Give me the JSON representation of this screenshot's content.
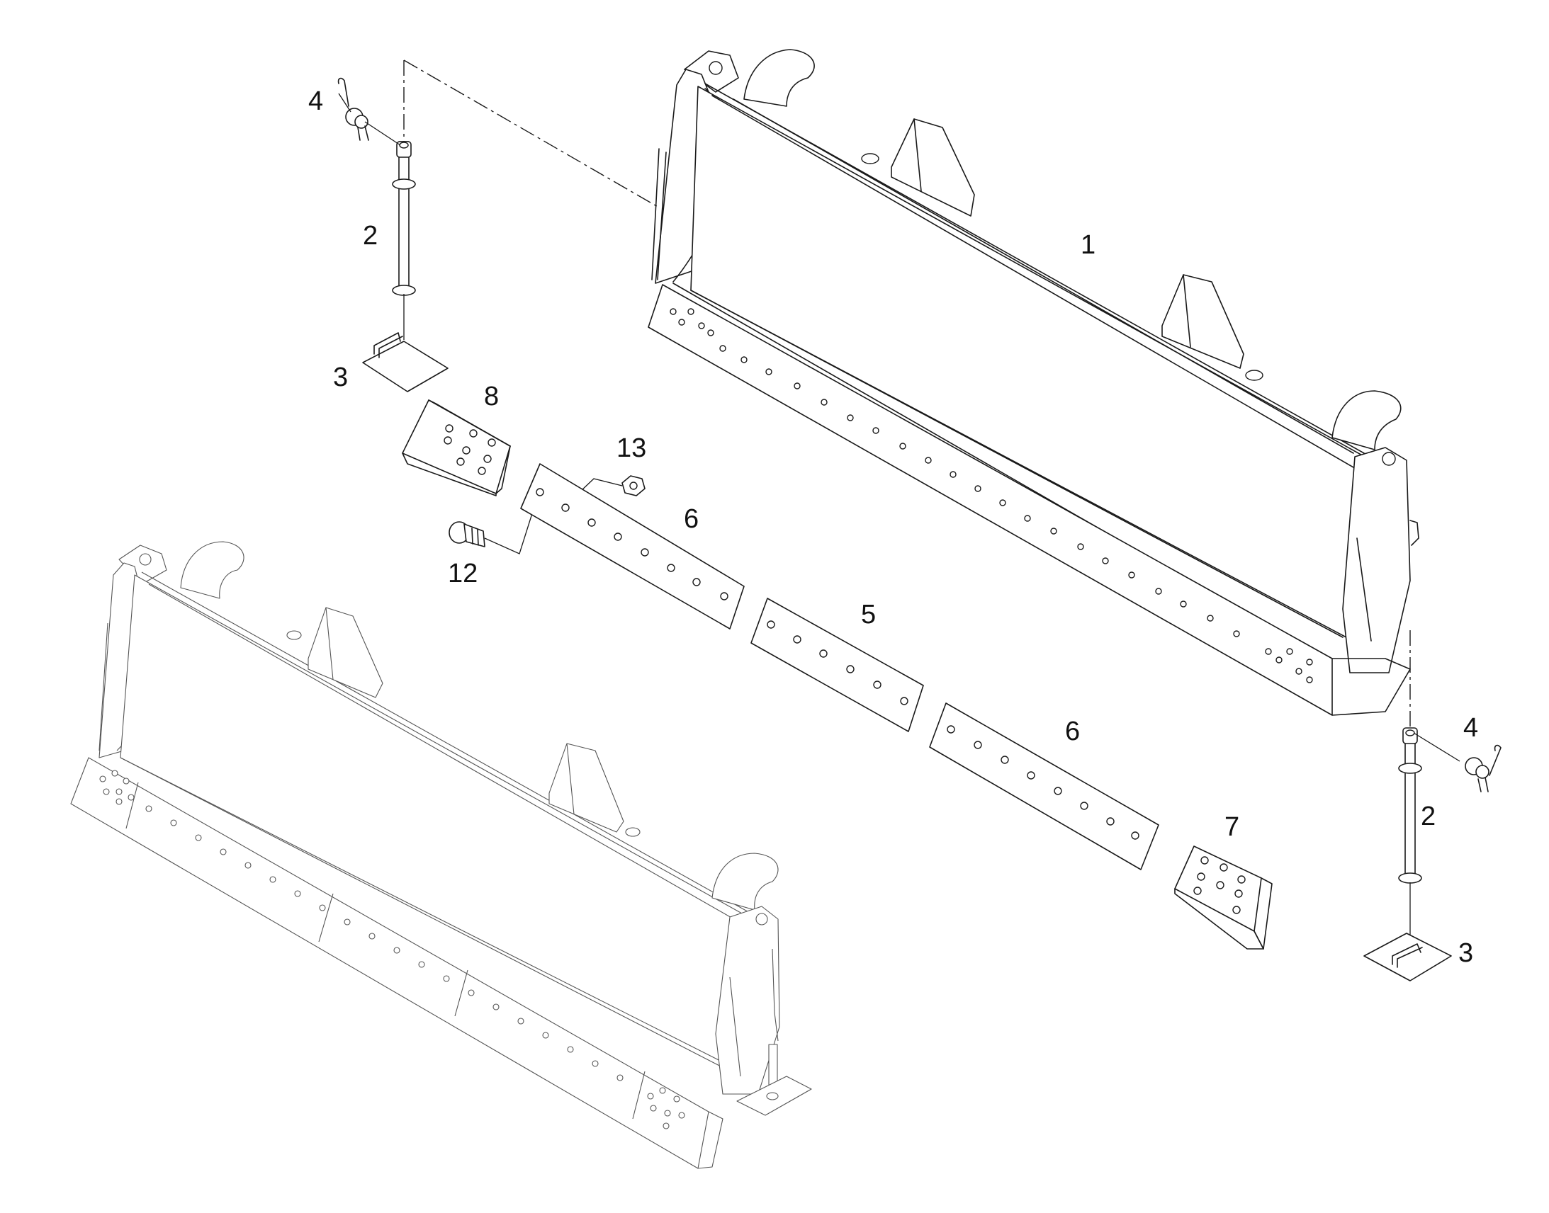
{
  "callouts": [
    {
      "id": "c1",
      "text": "1"
    },
    {
      "id": "c2a",
      "text": "2"
    },
    {
      "id": "c2b",
      "text": "2"
    },
    {
      "id": "c3a",
      "text": "3"
    },
    {
      "id": "c3b",
      "text": "3"
    },
    {
      "id": "c4a",
      "text": "4"
    },
    {
      "id": "c4b",
      "text": "4"
    },
    {
      "id": "c5",
      "text": "5"
    },
    {
      "id": "c6a",
      "text": "6"
    },
    {
      "id": "c6b",
      "text": "6"
    },
    {
      "id": "c7",
      "text": "7"
    },
    {
      "id": "c8",
      "text": "8"
    },
    {
      "id": "c12",
      "text": "12"
    },
    {
      "id": "c13",
      "text": "13"
    }
  ]
}
